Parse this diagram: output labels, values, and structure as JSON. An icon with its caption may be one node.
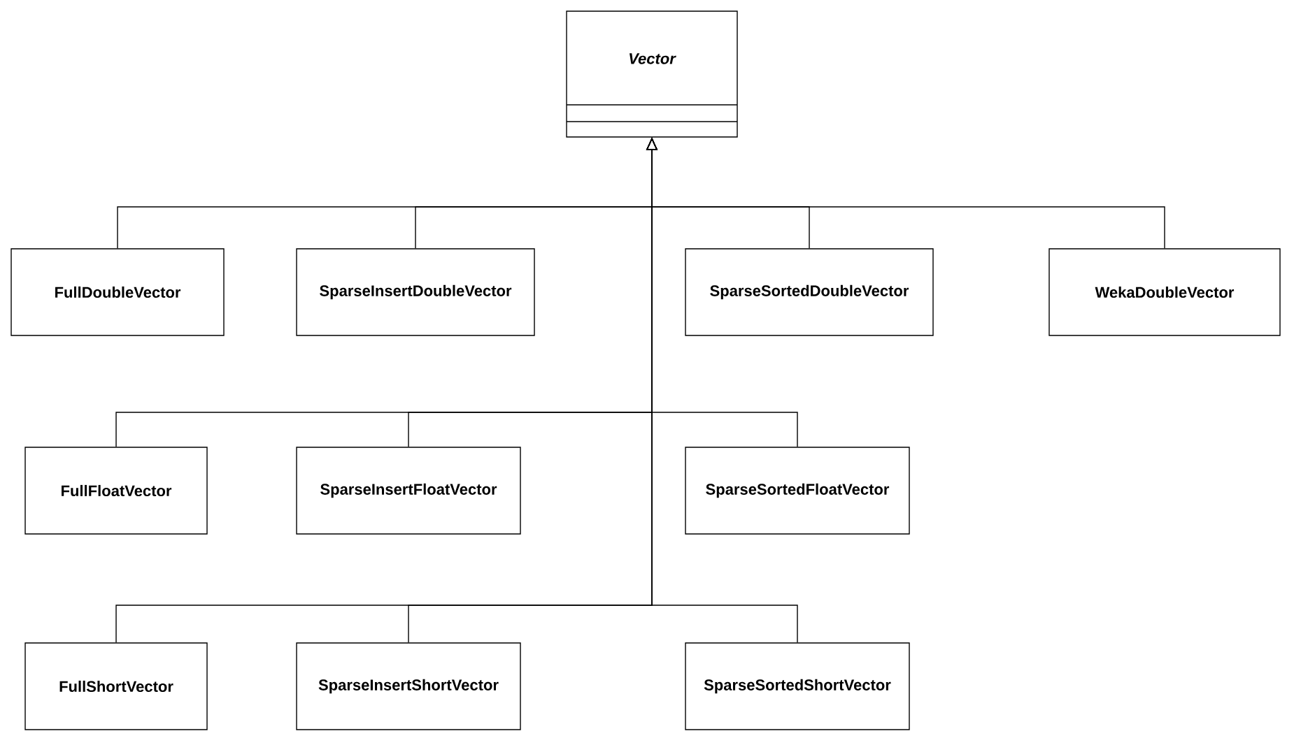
{
  "diagram": {
    "nodes": [
      {
        "text": [
          "Vector"
        ]
      },
      {
        "text": [
          "FullDoubleVector"
        ]
      },
      {
        "text": [
          "SparseInsertDoubleVector"
        ]
      },
      {
        "text": [
          "SparseSortedDoubleVector"
        ]
      },
      {
        "text": [
          "WekaDoubleVector"
        ]
      },
      {
        "text": [
          "FullFloatVector"
        ]
      },
      {
        "text": [
          "SparseInsertFloatVector"
        ]
      },
      {
        "text": [
          "SparseSortedFloatVector"
        ]
      },
      {
        "text": [
          "FullShortVector"
        ]
      },
      {
        "text": [
          "SparseInsertShortVector"
        ]
      },
      {
        "text": [
          "SparseSortedShortVector"
        ]
      }
    ],
    "edges": [
      {
        "from": 1,
        "to": 0,
        "arrow": "to"
      },
      {
        "from": 2,
        "to": 0,
        "arrow": "to"
      },
      {
        "from": 3,
        "to": 0,
        "arrow": "to"
      },
      {
        "from": 4,
        "to": 0,
        "arrow": "to"
      },
      {
        "from": 5,
        "to": 0,
        "arrow": "to"
      },
      {
        "from": 6,
        "to": 0,
        "arrow": "to"
      },
      {
        "from": 7,
        "to": 0,
        "arrow": "to"
      },
      {
        "from": 8,
        "to": 0,
        "arrow": "to"
      },
      {
        "from": 9,
        "to": 0,
        "arrow": "to"
      },
      {
        "from": 10,
        "to": 0,
        "arrow": "to"
      }
    ]
  }
}
